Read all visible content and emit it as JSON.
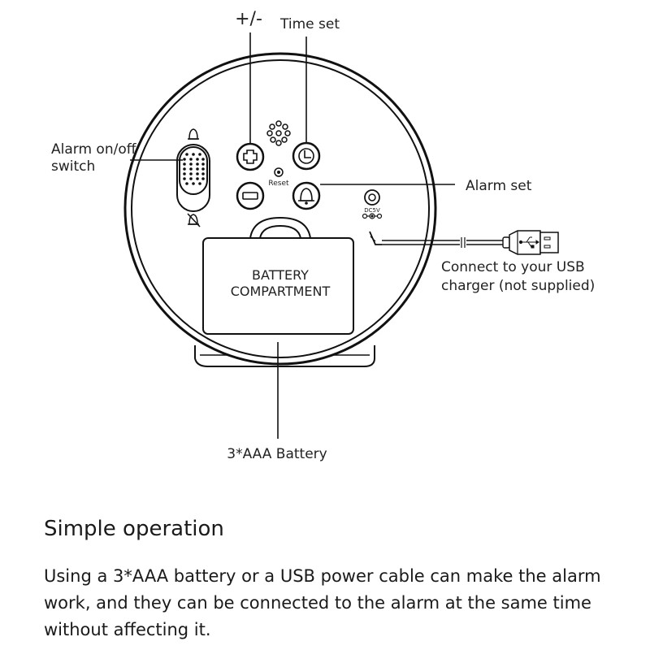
{
  "labels": {
    "plus_minus": "+/-",
    "time_set": "Time set",
    "alarm_switch_line1": "Alarm on/off",
    "alarm_switch_line2": "switch",
    "alarm_set": "Alarm set",
    "reset": "Reset",
    "dc5v": "DC5V",
    "usb_line1": "Connect to your USB",
    "usb_line2": "charger (not supplied)",
    "battery_line1": "BATTERY",
    "battery_line2": "COMPARTMENT",
    "battery_type": "3*AAA Battery"
  },
  "icons": {
    "plus_button": "plus-icon",
    "minus_button": "minus-icon",
    "time_button": "clock-icon",
    "alarm_button": "bell-icon",
    "speaker": "speaker-grille-icon",
    "alarm_on": "bell-icon",
    "alarm_off": "bell-off-icon",
    "usb_plug": "usb-plug-icon"
  },
  "colors": {
    "line": "#111111",
    "text": "#222222"
  },
  "section": {
    "heading": "Simple operation",
    "description": "Using a 3*AAA battery or a USB power cable can make the alarm work, and they can be connected to the alarm at the same time without affecting it."
  }
}
